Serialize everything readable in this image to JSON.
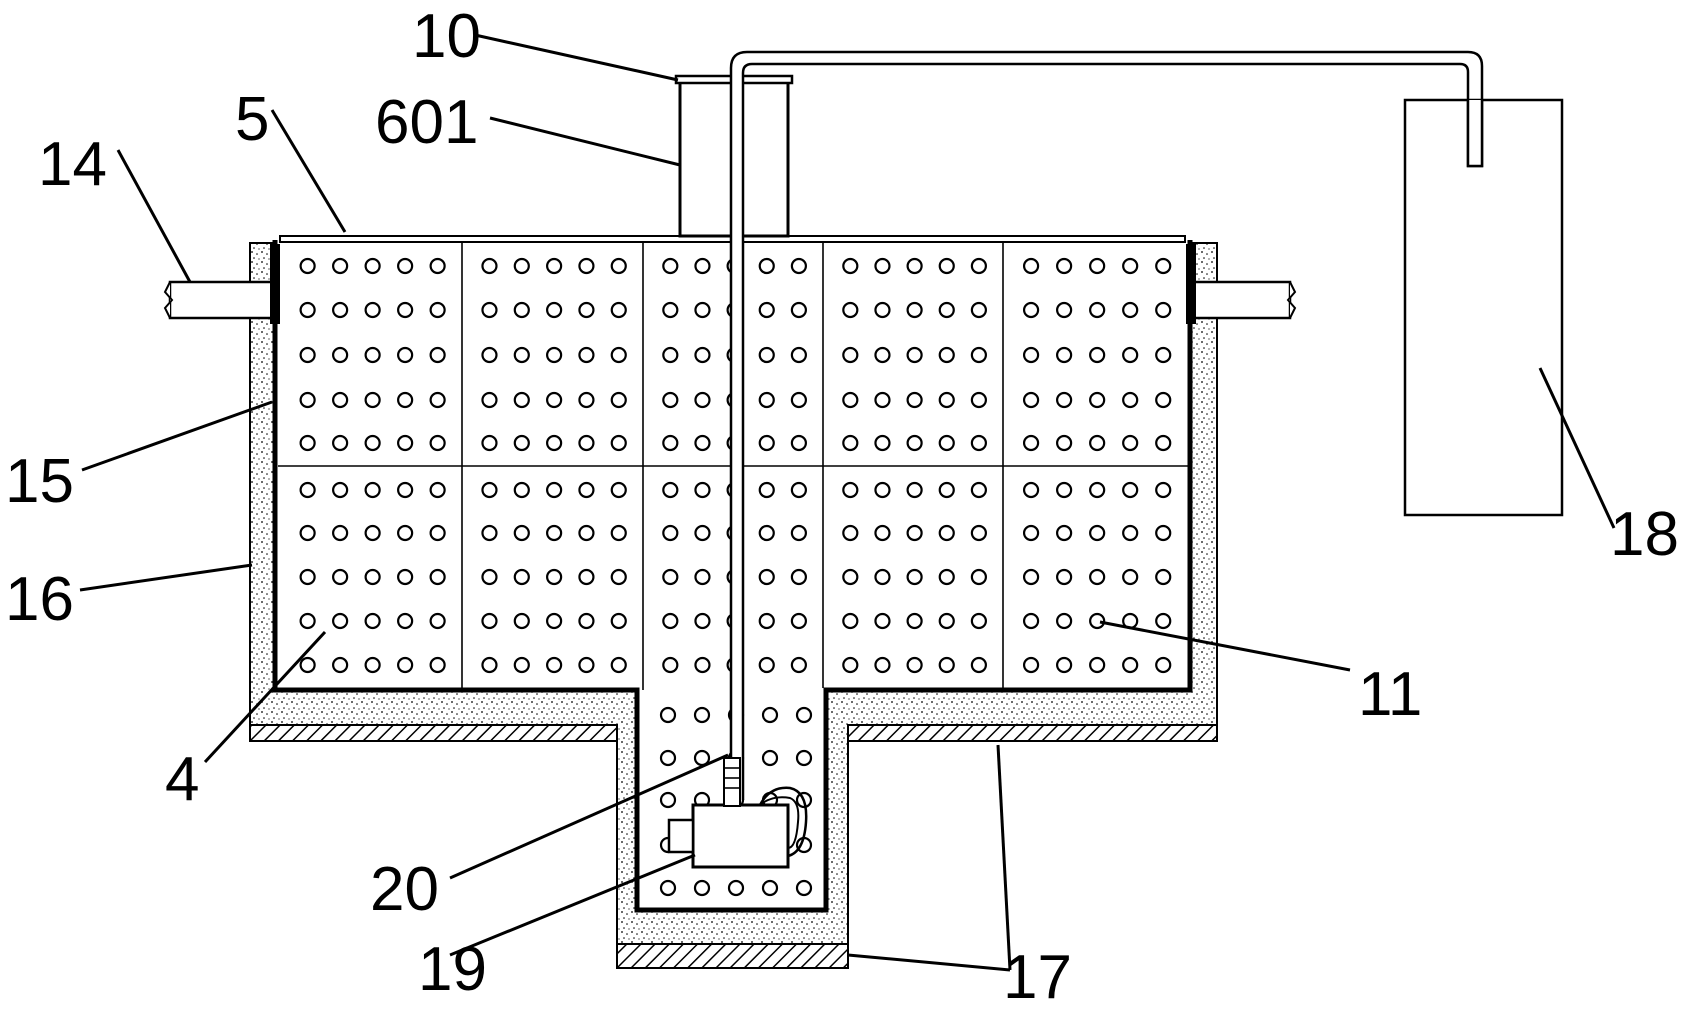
{
  "colors": {
    "line": "#000000",
    "background": "#ffffff"
  },
  "labels": {
    "l10": "10",
    "l601": "601",
    "l5": "5",
    "l14": "14",
    "l15": "15",
    "l16": "16",
    "l4": "4",
    "l11": "11",
    "l18": "18",
    "l20": "20",
    "l19": "19",
    "l17": "17"
  }
}
